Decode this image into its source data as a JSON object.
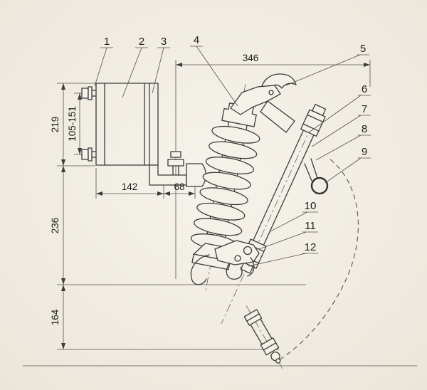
{
  "colors": {
    "paper": "#f4f1e9",
    "ink": "#3b3b3b"
  },
  "part_labels": [
    "1",
    "2",
    "3",
    "4",
    "5",
    "6",
    "7",
    "8",
    "9",
    "10",
    "11",
    "12"
  ],
  "dimensions": {
    "top_span": "346",
    "left_upper": "219",
    "bolt_spacing": "105-151",
    "bracket_width": "142",
    "arm_offset": "68",
    "left_middle": "236",
    "left_lower": "164"
  }
}
